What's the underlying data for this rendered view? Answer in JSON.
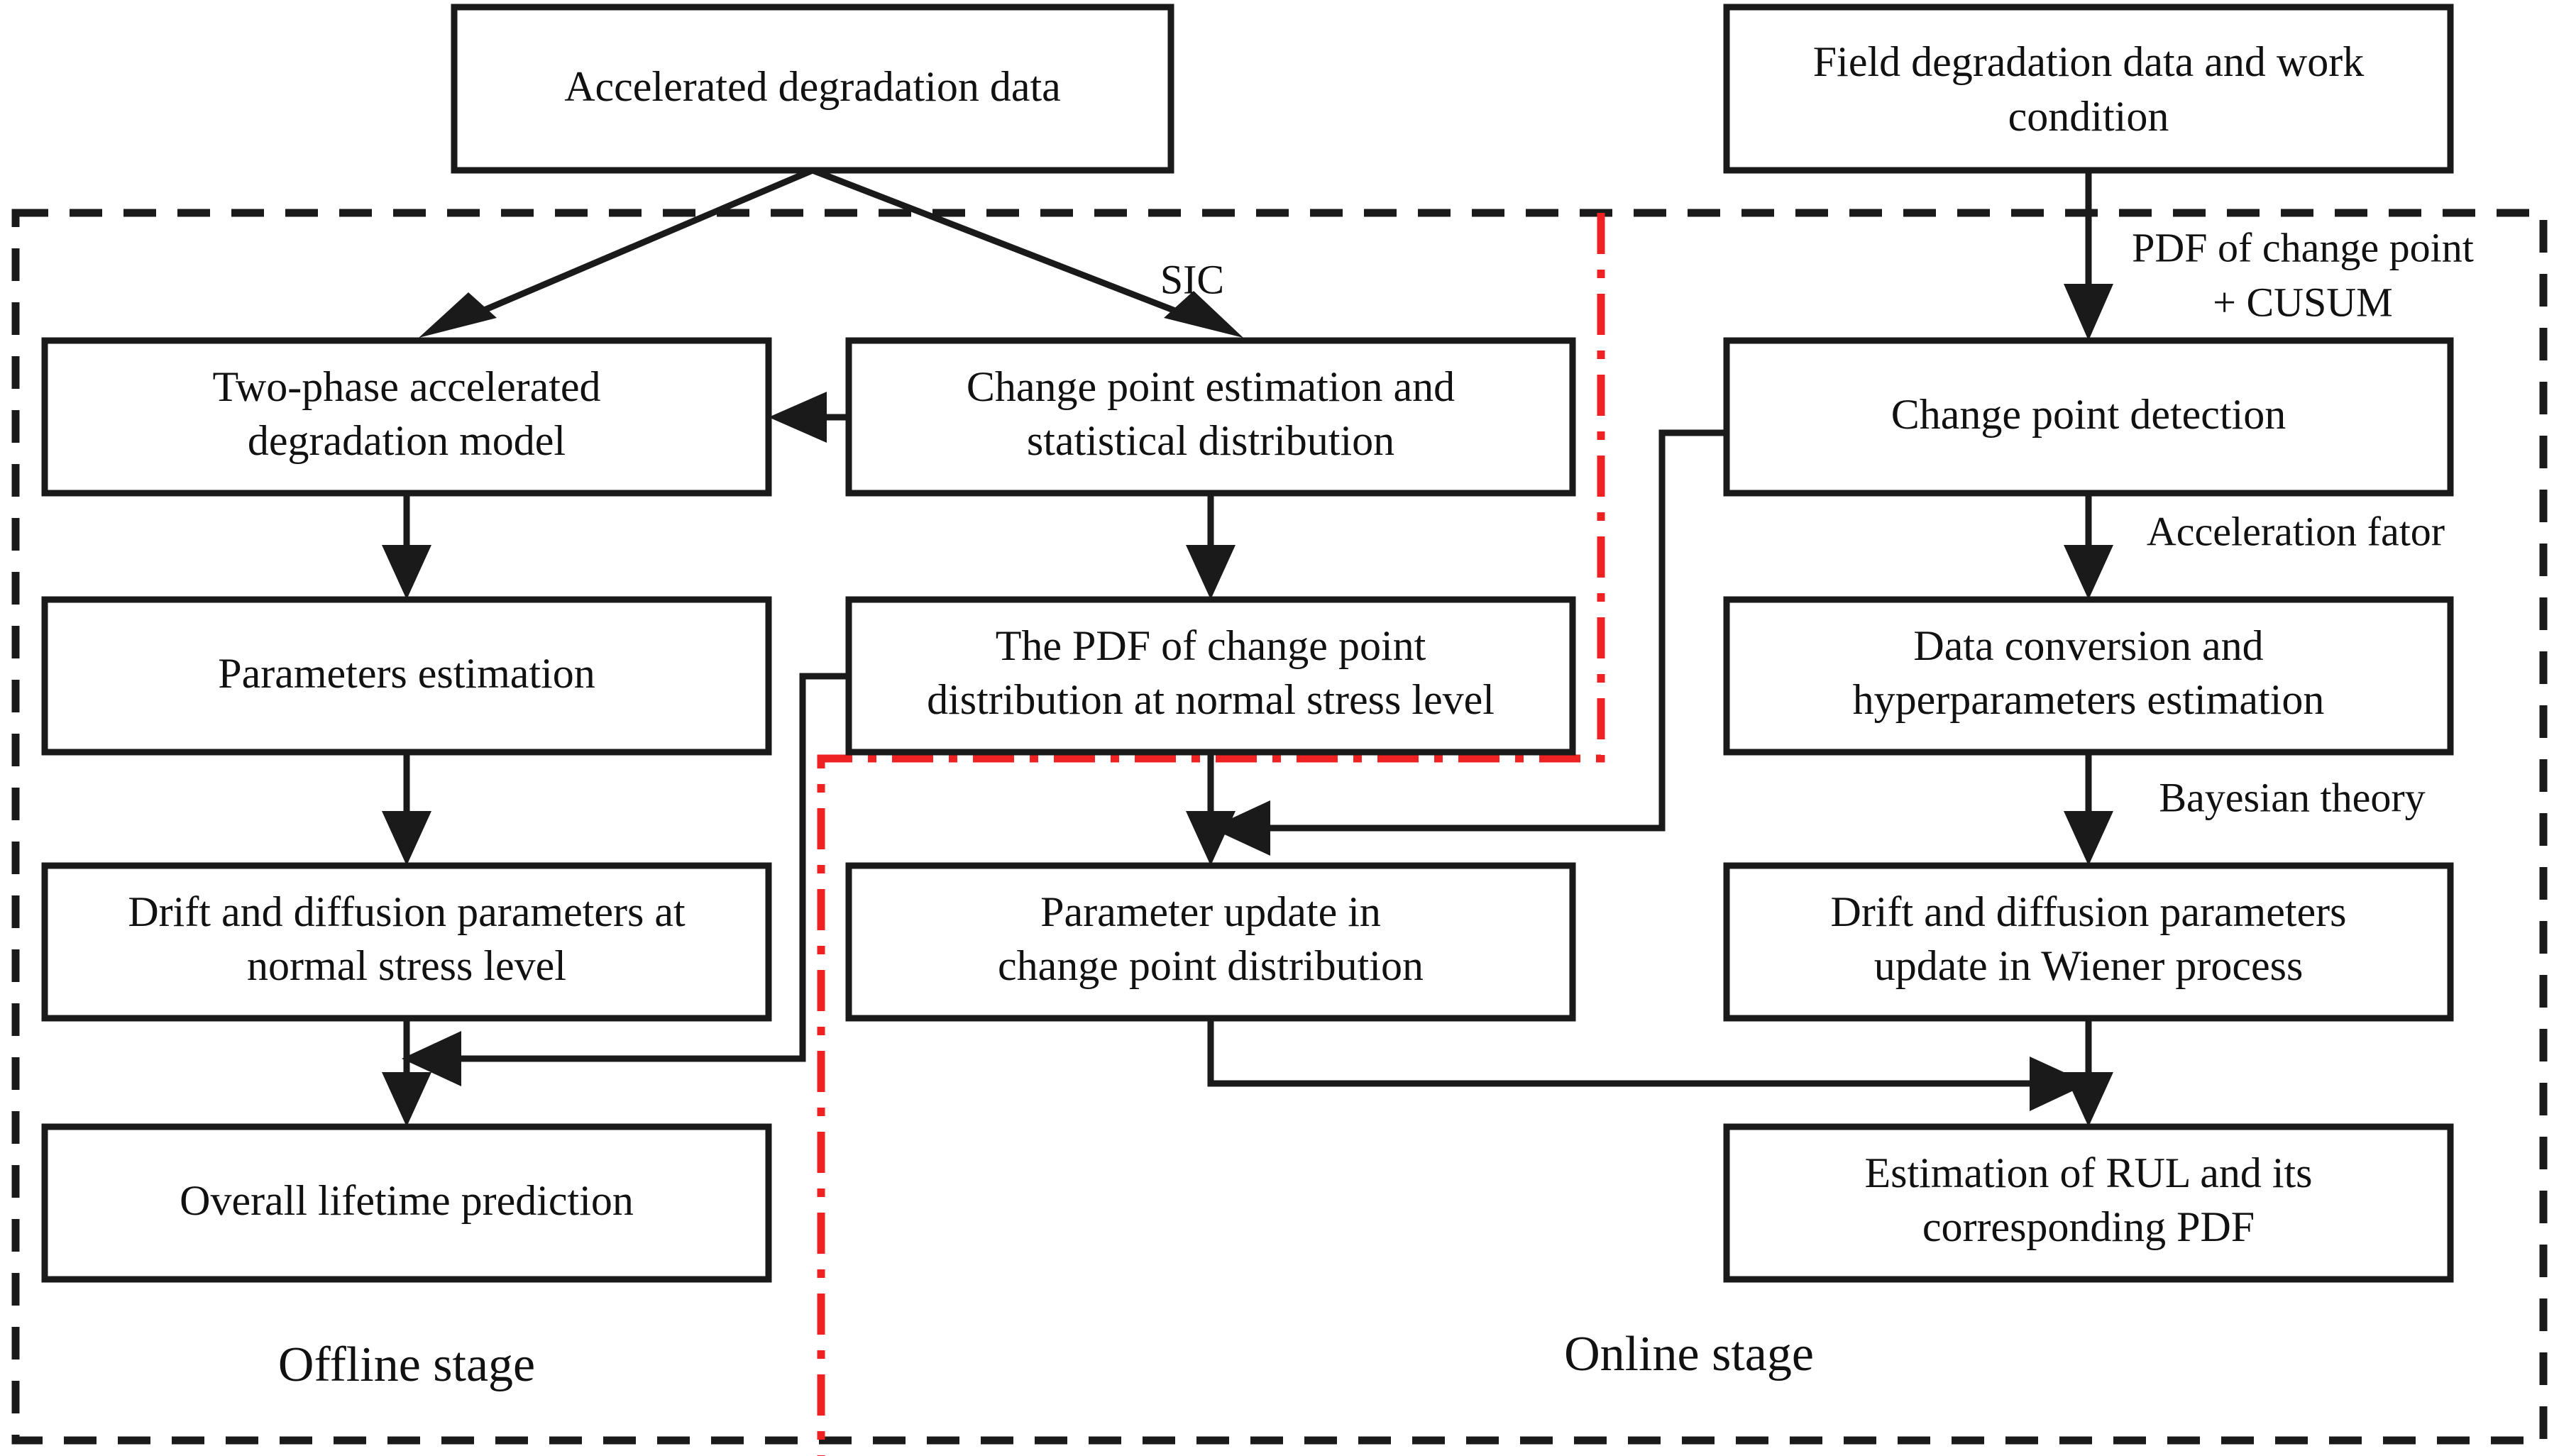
{
  "diagram": {
    "title_present": false,
    "colors": {
      "stroke": "#1a1a1a",
      "box_fill": "#ffffff",
      "red_accent": "#ee2222",
      "background": "#ffffff"
    },
    "boxes": {
      "accelerated_degradation_data": "Accelerated degradation data",
      "field_degradation_data": "Field degradation data and work condition",
      "two_phase_model": "Two-phase accelerated degradation model",
      "change_point_estimation": "Change point estimation and statistical distribution",
      "change_point_detection": "Change point detection",
      "parameters_estimation": "Parameters estimation",
      "pdf_change_point": "The PDF of change point distribution at normal stress level",
      "data_conversion": "Data conversion and hyperparameters estimation",
      "drift_diffusion_normal": "Drift and diffusion parameters at normal stress level",
      "parameter_update": "Parameter update in change point distribution",
      "drift_diffusion_wiener": "Drift and diffusion parameters update in Wiener process",
      "overall_lifetime": "Overall lifetime prediction",
      "estimation_rul": "Estimation of RUL and its corresponding PDF"
    },
    "box_lines": {
      "accelerated_degradation_data": [
        "Accelerated degradation data"
      ],
      "field_degradation_data": [
        "Field degradation data and work",
        "condition"
      ],
      "two_phase_model": [
        "Two-phase accelerated",
        "degradation model"
      ],
      "change_point_estimation": [
        "Change point estimation and",
        "statistical distribution"
      ],
      "change_point_detection": [
        "Change point detection"
      ],
      "parameters_estimation": [
        "Parameters estimation"
      ],
      "pdf_change_point": [
        "The PDF of change point",
        "distribution at normal stress level"
      ],
      "data_conversion": [
        "Data conversion and",
        "hyperparameters estimation"
      ],
      "drift_diffusion_normal": [
        "Drift and diffusion parameters at",
        "normal stress level"
      ],
      "parameter_update": [
        "Parameter update in",
        "change point distribution"
      ],
      "drift_diffusion_wiener": [
        "Drift and diffusion parameters",
        "update in Wiener process"
      ],
      "overall_lifetime": [
        "Overall lifetime prediction"
      ],
      "estimation_rul": [
        "Estimation of RUL and its",
        "corresponding PDF"
      ]
    },
    "edge_labels": {
      "sic": "SIC",
      "pdf_cusum_line1": "PDF of change point",
      "pdf_cusum_line2": "+ CUSUM",
      "acceleration_factor": "Acceleration fator",
      "bayesian_theory": "Bayesian theory"
    },
    "stage_labels": {
      "offline": "Offline stage",
      "online": "Online stage"
    }
  }
}
